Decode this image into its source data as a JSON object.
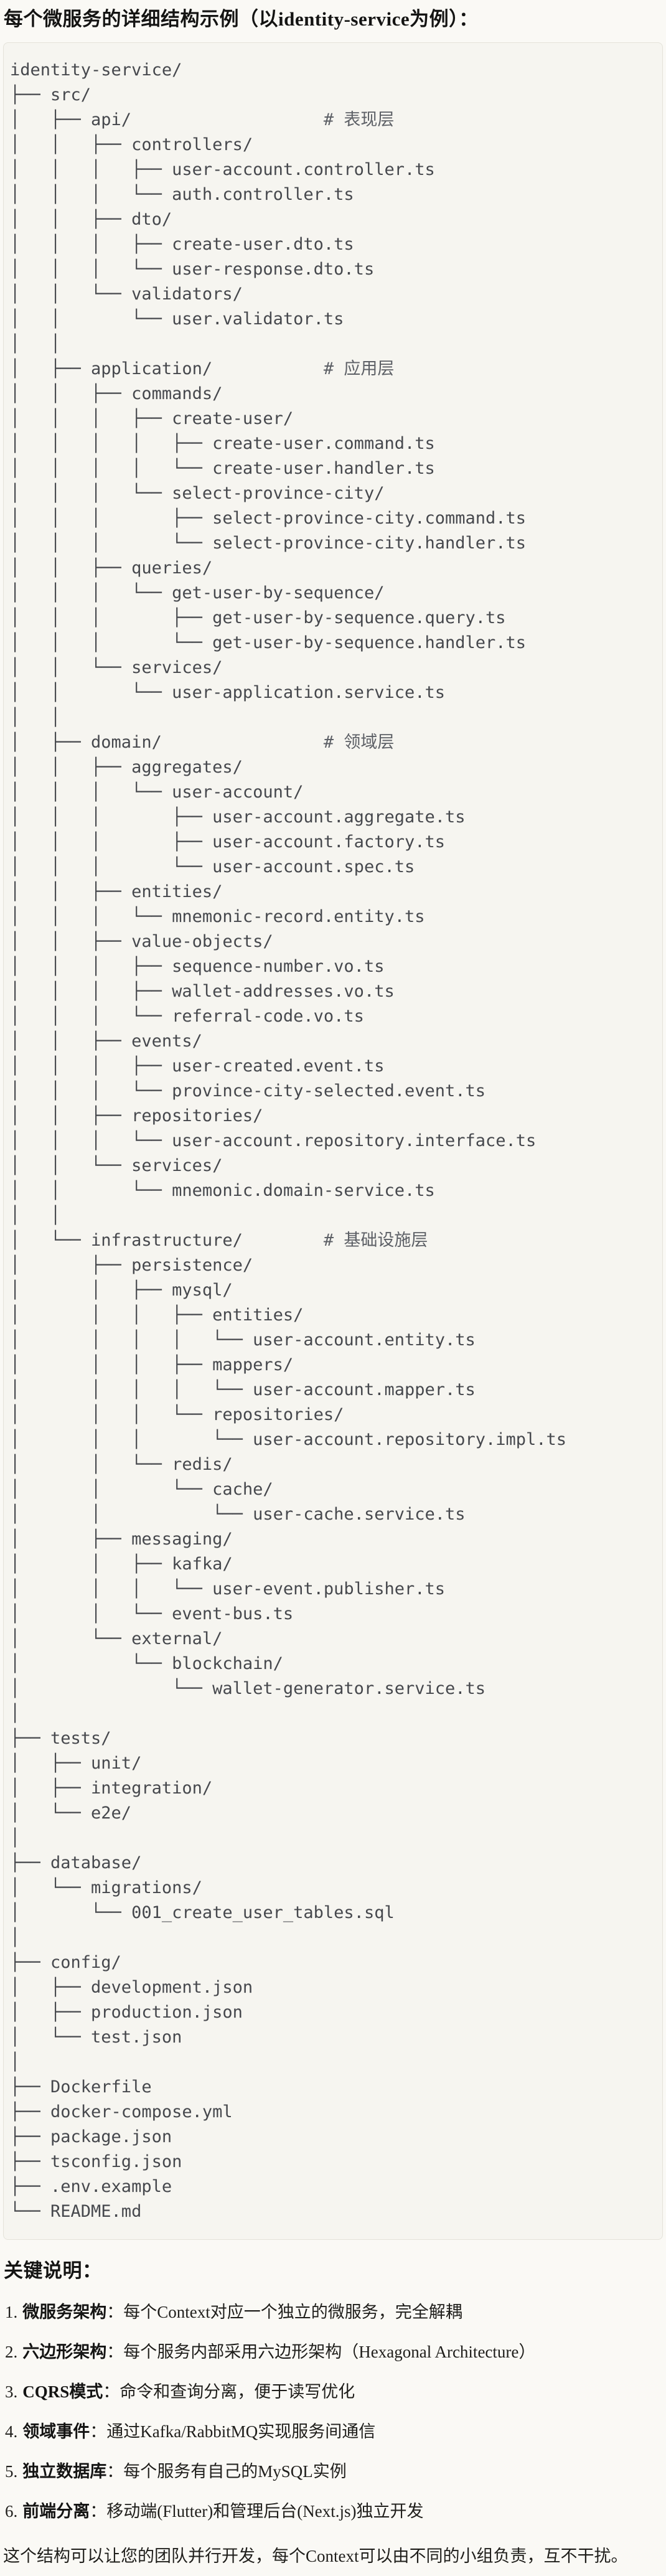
{
  "page": {
    "title": "每个微服务的详细结构示例（以identity-service为例）：",
    "background_color": "#FAF9F5",
    "code_block_background": "#F6F5F0",
    "code_block_border": "#E4E2D9",
    "tree_text_color": "#46484d",
    "tree_comment_color": "#5d6066"
  },
  "code_block": {
    "lines": [
      "identity-service/",
      "├── src/",
      "│   ├── api/                   # 表现层",
      "│   │   ├── controllers/",
      "│   │   │   ├── user-account.controller.ts",
      "│   │   │   └── auth.controller.ts",
      "│   │   ├── dto/",
      "│   │   │   ├── create-user.dto.ts",
      "│   │   │   └── user-response.dto.ts",
      "│   │   └── validators/",
      "│   │       └── user.validator.ts",
      "│   │",
      "│   ├── application/           # 应用层",
      "│   │   ├── commands/",
      "│   │   │   ├── create-user/",
      "│   │   │   │   ├── create-user.command.ts",
      "│   │   │   │   └── create-user.handler.ts",
      "│   │   │   └── select-province-city/",
      "│   │   │       ├── select-province-city.command.ts",
      "│   │   │       └── select-province-city.handler.ts",
      "│   │   ├── queries/",
      "│   │   │   └── get-user-by-sequence/",
      "│   │   │       ├── get-user-by-sequence.query.ts",
      "│   │   │       └── get-user-by-sequence.handler.ts",
      "│   │   └── services/",
      "│   │       └── user-application.service.ts",
      "│   │",
      "│   ├── domain/                # 领域层",
      "│   │   ├── aggregates/",
      "│   │   │   └── user-account/",
      "│   │   │       ├── user-account.aggregate.ts",
      "│   │   │       ├── user-account.factory.ts",
      "│   │   │       └── user-account.spec.ts",
      "│   │   ├── entities/",
      "│   │   │   └── mnemonic-record.entity.ts",
      "│   │   ├── value-objects/",
      "│   │   │   ├── sequence-number.vo.ts",
      "│   │   │   ├── wallet-addresses.vo.ts",
      "│   │   │   └── referral-code.vo.ts",
      "│   │   ├── events/",
      "│   │   │   ├── user-created.event.ts",
      "│   │   │   └── province-city-selected.event.ts",
      "│   │   ├── repositories/",
      "│   │   │   └── user-account.repository.interface.ts",
      "│   │   └── services/",
      "│   │       └── mnemonic.domain-service.ts",
      "│   │",
      "│   └── infrastructure/        # 基础设施层",
      "│       ├── persistence/",
      "│       │   ├── mysql/",
      "│       │   │   ├── entities/",
      "│       │   │   │   └── user-account.entity.ts",
      "│       │   │   ├── mappers/",
      "│       │   │   │   └── user-account.mapper.ts",
      "│       │   │   └── repositories/",
      "│       │   │       └── user-account.repository.impl.ts",
      "│       │   └── redis/",
      "│       │       └── cache/",
      "│       │           └── user-cache.service.ts",
      "│       ├── messaging/",
      "│       │   ├── kafka/",
      "│       │   │   └── user-event.publisher.ts",
      "│       │   └── event-bus.ts",
      "│       └── external/",
      "│           └── blockchain/",
      "│               └── wallet-generator.service.ts",
      "│",
      "├── tests/",
      "│   ├── unit/",
      "│   ├── integration/",
      "│   └── e2e/",
      "│",
      "├── database/",
      "│   └── migrations/",
      "│       └── 001_create_user_tables.sql",
      "│",
      "├── config/",
      "│   ├── development.json",
      "│   ├── production.json",
      "│   └── test.json",
      "│",
      "├── Dockerfile",
      "├── docker-compose.yml",
      "├── package.json",
      "├── tsconfig.json",
      "├── .env.example",
      "└── README.md"
    ]
  },
  "notes": {
    "heading": "关键说明：",
    "items": [
      {
        "num": "1.",
        "term": "微服务架构",
        "sep": "：",
        "text": "每个Context对应一个独立的微服务，完全解耦"
      },
      {
        "num": "2.",
        "term": "六边形架构",
        "sep": "：",
        "text": "每个服务内部采用六边形架构（Hexagonal Architecture）"
      },
      {
        "num": "3.",
        "term": "CQRS模式",
        "sep": "：",
        "text": "命令和查询分离，便于读写优化"
      },
      {
        "num": "4.",
        "term": "领域事件",
        "sep": "：",
        "text": "通过Kafka/RabbitMQ实现服务间通信"
      },
      {
        "num": "5.",
        "term": "独立数据库",
        "sep": "：",
        "text": "每个服务有自己的MySQL实例"
      },
      {
        "num": "6.",
        "term": "前端分离",
        "sep": "：",
        "text": "移动端(Flutter)和管理后台(Next.js)独立开发"
      }
    ],
    "closing": "这个结构可以让您的团队并行开发，每个Context可以由不同的小组负责，互不干扰。"
  }
}
